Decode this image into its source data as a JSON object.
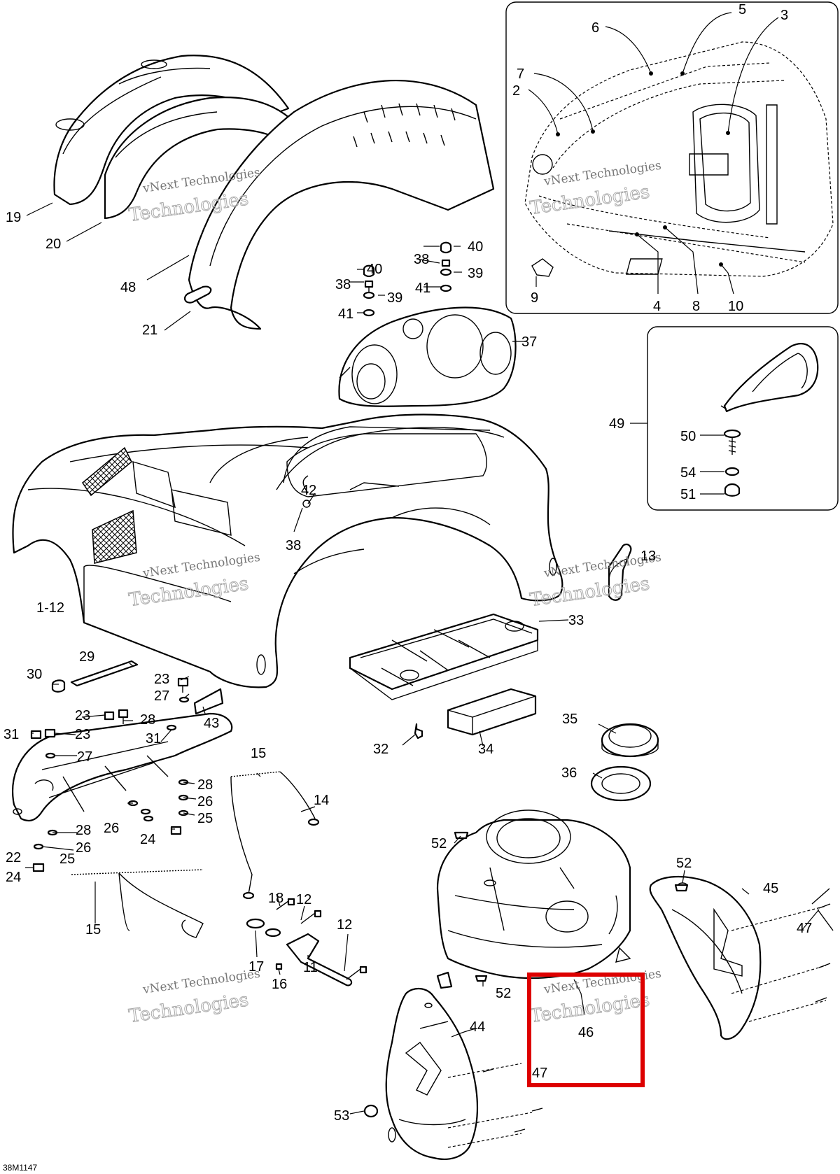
{
  "drawing_code": "38M1147",
  "watermark": {
    "line1": "vNext Technologies",
    "line2": "Technologies",
    "top": "vNext"
  },
  "highlight_color": "#dd0000",
  "labels": [
    {
      "id": "l5",
      "text": "5"
    },
    {
      "id": "l3",
      "text": "3"
    },
    {
      "id": "l6",
      "text": "6"
    },
    {
      "id": "l7",
      "text": "7"
    },
    {
      "id": "l2",
      "text": "2"
    },
    {
      "id": "l9",
      "text": "9"
    },
    {
      "id": "l4",
      "text": "4"
    },
    {
      "id": "l8",
      "text": "8"
    },
    {
      "id": "l10",
      "text": "10"
    },
    {
      "id": "l19",
      "text": "19"
    },
    {
      "id": "l20",
      "text": "20"
    },
    {
      "id": "l48",
      "text": "48"
    },
    {
      "id": "l21",
      "text": "21"
    },
    {
      "id": "l40a",
      "text": "40"
    },
    {
      "id": "l38a",
      "text": "38"
    },
    {
      "id": "l39a",
      "text": "39"
    },
    {
      "id": "l41a",
      "text": "41"
    },
    {
      "id": "l40b",
      "text": "40"
    },
    {
      "id": "l38b",
      "text": "38"
    },
    {
      "id": "l39b",
      "text": "39"
    },
    {
      "id": "l41b",
      "text": "41"
    },
    {
      "id": "l37",
      "text": "37"
    },
    {
      "id": "l49",
      "text": "49"
    },
    {
      "id": "l50",
      "text": "50"
    },
    {
      "id": "l54",
      "text": "54"
    },
    {
      "id": "l51",
      "text": "51"
    },
    {
      "id": "l42",
      "text": "42"
    },
    {
      "id": "l38c",
      "text": "38"
    },
    {
      "id": "l13",
      "text": "13"
    },
    {
      "id": "l1_12",
      "text": "1-12"
    },
    {
      "id": "l33",
      "text": "33"
    },
    {
      "id": "l29",
      "text": "29"
    },
    {
      "id": "l30",
      "text": "30"
    },
    {
      "id": "l23a",
      "text": "23"
    },
    {
      "id": "l27a",
      "text": "27"
    },
    {
      "id": "l23b",
      "text": "23"
    },
    {
      "id": "l28a",
      "text": "28"
    },
    {
      "id": "l43",
      "text": "43"
    },
    {
      "id": "l31a",
      "text": "31"
    },
    {
      "id": "l23c",
      "text": "23"
    },
    {
      "id": "l31b",
      "text": "31"
    },
    {
      "id": "l27b",
      "text": "27"
    },
    {
      "id": "l32",
      "text": "32"
    },
    {
      "id": "l34",
      "text": "34"
    },
    {
      "id": "l35",
      "text": "35"
    },
    {
      "id": "l36",
      "text": "36"
    },
    {
      "id": "l15a",
      "text": "15"
    },
    {
      "id": "l14",
      "text": "14"
    },
    {
      "id": "l28b",
      "text": "28"
    },
    {
      "id": "l26a",
      "text": "26"
    },
    {
      "id": "l25a",
      "text": "25"
    },
    {
      "id": "l26b",
      "text": "26"
    },
    {
      "id": "l24a",
      "text": "24"
    },
    {
      "id": "l28c",
      "text": "28"
    },
    {
      "id": "l26c",
      "text": "26"
    },
    {
      "id": "l25b",
      "text": "25"
    },
    {
      "id": "l22",
      "text": "22"
    },
    {
      "id": "l24b",
      "text": "24"
    },
    {
      "id": "l52a",
      "text": "52"
    },
    {
      "id": "l52b",
      "text": "52"
    },
    {
      "id": "l45",
      "text": "45"
    },
    {
      "id": "l47a",
      "text": "47"
    },
    {
      "id": "l18",
      "text": "18"
    },
    {
      "id": "l12a",
      "text": "12"
    },
    {
      "id": "l12b",
      "text": "12"
    },
    {
      "id": "l15b",
      "text": "15"
    },
    {
      "id": "l17",
      "text": "17"
    },
    {
      "id": "l16",
      "text": "16"
    },
    {
      "id": "l11",
      "text": "11"
    },
    {
      "id": "l52c",
      "text": "52"
    },
    {
      "id": "l44",
      "text": "44"
    },
    {
      "id": "l46",
      "text": "46"
    },
    {
      "id": "l47b",
      "text": "47"
    },
    {
      "id": "l53",
      "text": "53"
    }
  ]
}
